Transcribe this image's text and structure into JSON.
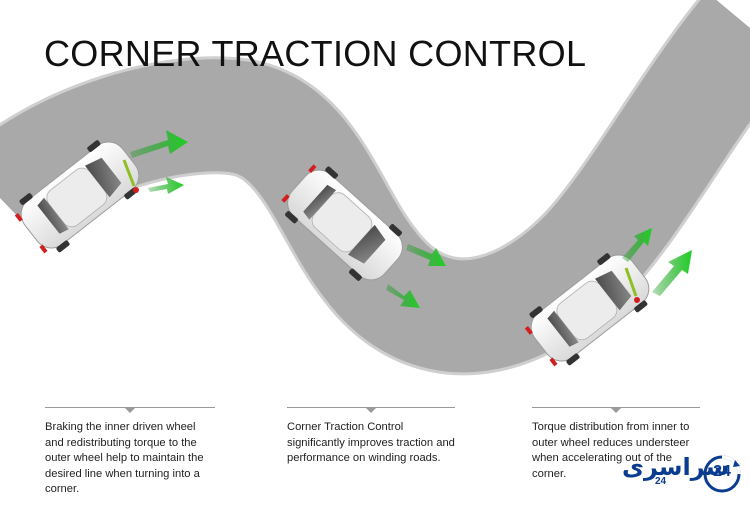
{
  "title": "CORNER TRACTION CONTROL",
  "captions": [
    {
      "text": "Braking the inner driven wheel and redistributing torque to the outer wheel help to maintain the desired line when turning into a corner."
    },
    {
      "text": "Corner Traction Control significantly improves traction and performance on winding roads."
    },
    {
      "text": "Torque distribution from inner to outer wheel reduces understeer when accelerating out of the corner."
    }
  ],
  "watermark": {
    "text": "سراسری",
    "sub": "24",
    "badge": "24"
  },
  "colors": {
    "road": "#a9a9a9",
    "road_edge": "#cfcfcf",
    "car_body": "#f3f3f3",
    "arrow_green": "#19c01c",
    "arrow_red": "#d21e1e",
    "brand_blue": "#0a3d8f"
  }
}
